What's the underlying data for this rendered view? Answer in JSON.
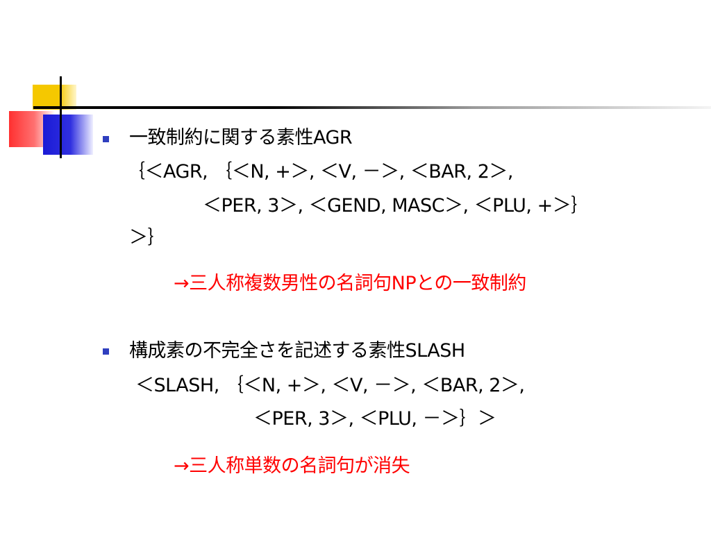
{
  "slide": {
    "bullets": [
      {
        "heading": "一致制約に関する素性AGR",
        "lines": [
          "｛＜AGR, ｛＜N, +＞, ＜V, －＞, ＜BAR, 2＞,",
          "＜PER, 3＞, ＜GEND, MASC＞, ＜PLU, +＞｝",
          "＞｝"
        ],
        "note": "→三人称複数男性の名詞句NPとの一致制約"
      },
      {
        "heading": "構成素の不完全さを記述する素性SLASH",
        "lines": [
          "＜SLASH, ｛＜N, +＞, ＜V, －＞, ＜BAR, 2＞,",
          "＜PER, 3＞, ＜PLU, －＞｝＞"
        ],
        "note": "→三人称単数の名詞句が消失"
      }
    ]
  },
  "colors": {
    "accent_red": "#ff0000",
    "bullet_blue": "#2f3fbf",
    "deco_yellow": "#f5c800",
    "deco_red": "#ff3030",
    "deco_blue": "#1a1ad6"
  }
}
